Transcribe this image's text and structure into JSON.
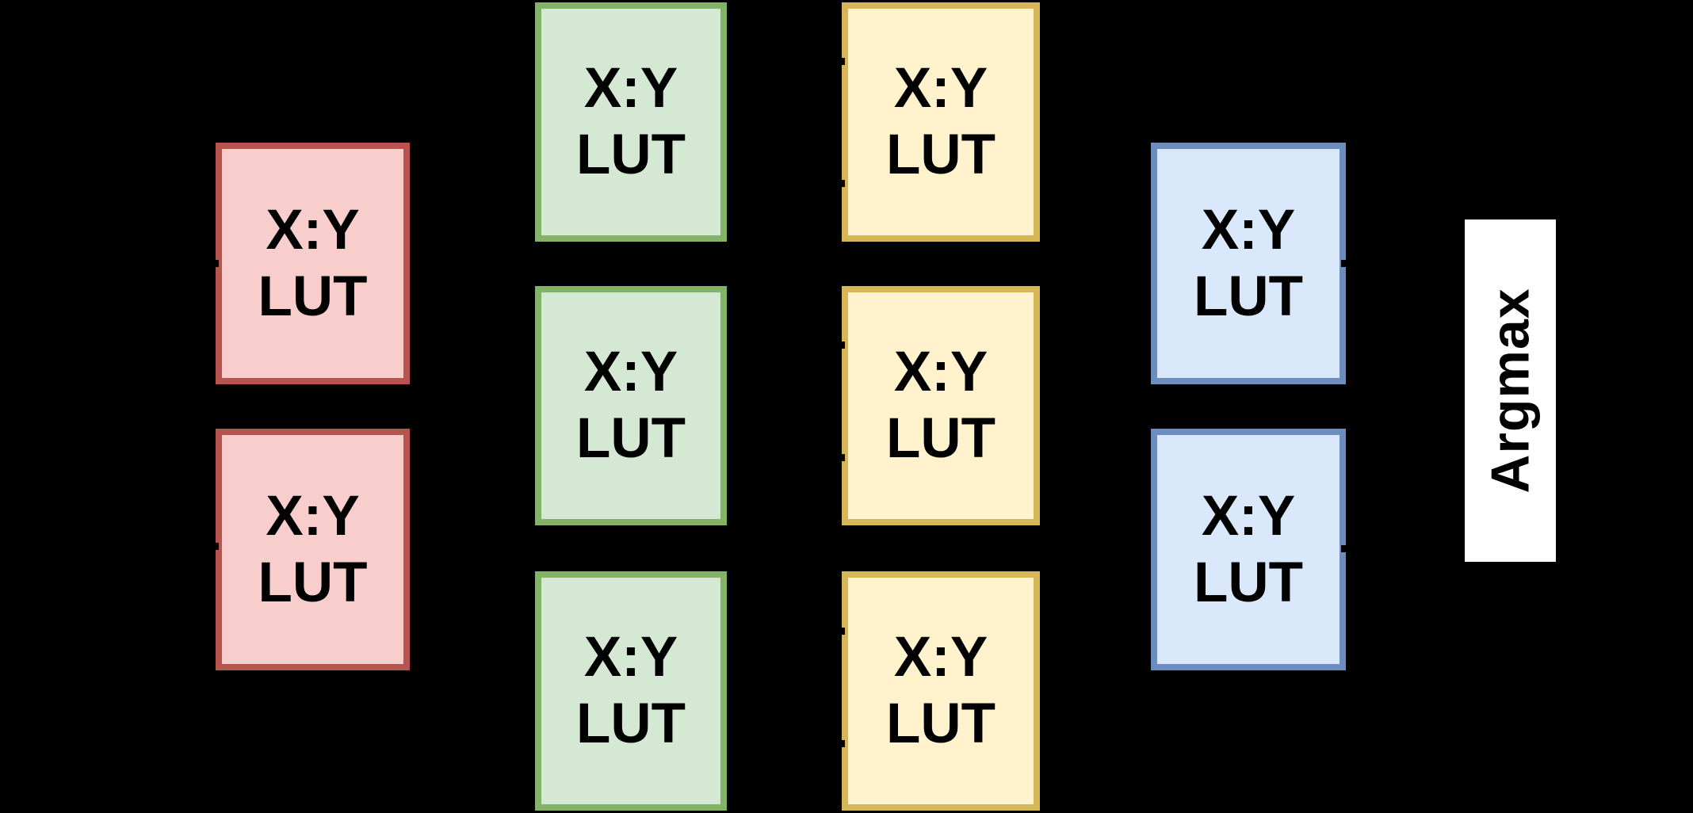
{
  "lut_box": {
    "line1": "X:Y",
    "line2": "LUT"
  },
  "argmax": {
    "label": "Argmax"
  },
  "colors": {
    "background": "#000000",
    "text": "#000000",
    "red_fill": "#f8cecc",
    "red_stroke": "#b85450",
    "green_fill": "#d5e8d4",
    "green_stroke": "#82b366",
    "yellow_fill": "#fff2cc",
    "yellow_stroke": "#d6b656",
    "blue_fill": "#dae8fc",
    "blue_stroke": "#6c8ebf",
    "argmax_fill": "#ffffff",
    "argmax_text": "#000000"
  },
  "layers": [
    {
      "name": "red",
      "box_count": 2
    },
    {
      "name": "green",
      "box_count": 3
    },
    {
      "name": "yellow",
      "box_count": 3
    },
    {
      "name": "blue",
      "box_count": 2
    }
  ]
}
